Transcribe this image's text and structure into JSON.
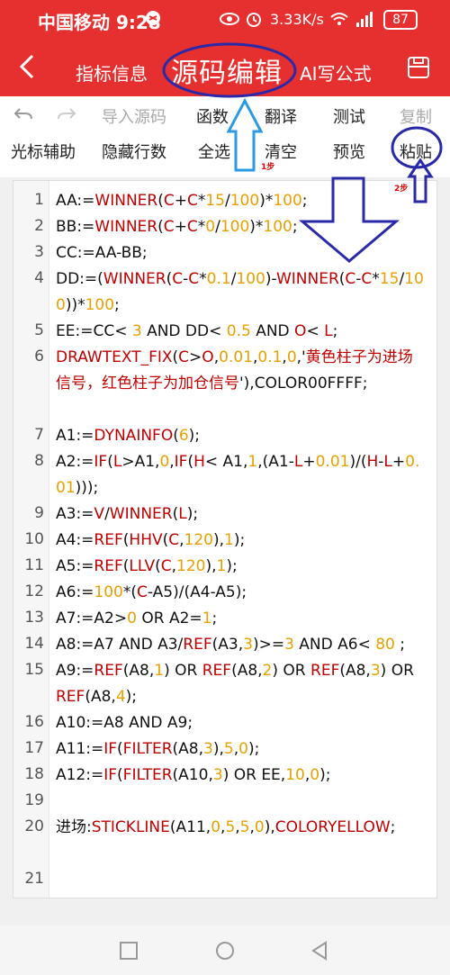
{
  "status": {
    "carrier_time": "中国移动 9:28",
    "speed": "3.33K/s",
    "battery": "87"
  },
  "header": {
    "tab_info": "指标信息",
    "tab_source": "源码编辑",
    "tab_ai": "AI写公式"
  },
  "toolbar": {
    "import": "导入源码",
    "functions": "函数",
    "translate": "翻译",
    "test": "测试",
    "copy": "复制",
    "cursor_assist": "光标辅助",
    "hide_line_numbers": "隐藏行数",
    "select_all": "全选",
    "clear": "清空",
    "preview": "预览",
    "paste": "粘贴"
  },
  "annotations": {
    "step1": "1步",
    "step2": "2步"
  },
  "accent_color": "#e63030",
  "keyword_color": "#c00000",
  "number_color": "#e8a000",
  "code_lines": [
    {
      "n": "1",
      "segs": [
        [
          "AA:=",
          ""
        ],
        [
          "WINNER",
          "r"
        ],
        [
          "(",
          ""
        ],
        [
          "C",
          "r"
        ],
        [
          "+",
          ""
        ],
        [
          "C",
          "r"
        ],
        [
          "*",
          ""
        ],
        [
          "15",
          "o"
        ],
        [
          "/",
          ""
        ],
        [
          "100",
          "o"
        ],
        [
          ")*",
          ""
        ],
        [
          "100",
          "o"
        ],
        [
          ";",
          ""
        ]
      ]
    },
    {
      "n": "2",
      "segs": [
        [
          "BB:=",
          ""
        ],
        [
          "WINNER",
          "r"
        ],
        [
          "(",
          ""
        ],
        [
          "C",
          "r"
        ],
        [
          "+",
          ""
        ],
        [
          "C",
          "r"
        ],
        [
          "*",
          ""
        ],
        [
          "0",
          "o"
        ],
        [
          "/",
          ""
        ],
        [
          "100",
          "o"
        ],
        [
          ")*",
          ""
        ],
        [
          "100",
          "o"
        ],
        [
          ";",
          ""
        ]
      ]
    },
    {
      "n": "3",
      "segs": [
        [
          "CC:=AA-BB;",
          ""
        ]
      ]
    },
    {
      "n": "4",
      "segs": [
        [
          "DD:=(",
          ""
        ],
        [
          "WINNER",
          "r"
        ],
        [
          "(",
          ""
        ],
        [
          "C",
          "r"
        ],
        [
          "-",
          ""
        ],
        [
          "C",
          "r"
        ],
        [
          "*",
          ""
        ],
        [
          "0.1",
          "o"
        ],
        [
          "/",
          ""
        ],
        [
          "100",
          "o"
        ],
        [
          ")-",
          ""
        ],
        [
          "WINNER",
          "r"
        ],
        [
          "(",
          ""
        ],
        [
          "C",
          "r"
        ],
        [
          "-",
          ""
        ],
        [
          "C",
          "r"
        ],
        [
          "*",
          ""
        ],
        [
          "15",
          "o"
        ],
        [
          "/",
          ""
        ],
        [
          "100",
          "o"
        ],
        [
          "))*",
          ""
        ],
        [
          "100",
          "o"
        ],
        [
          ";",
          ""
        ]
      ]
    },
    {
      "n": "5",
      "segs": [
        [
          "EE:=CC< ",
          ""
        ],
        [
          "3",
          "o"
        ],
        [
          " AND DD< ",
          ""
        ],
        [
          "0.5",
          "o"
        ],
        [
          " AND ",
          ""
        ],
        [
          "O",
          "r"
        ],
        [
          "< ",
          ""
        ],
        [
          "L",
          "r"
        ],
        [
          ";",
          ""
        ]
      ]
    },
    {
      "n": "6",
      "segs": [
        [
          "DRAWTEXT_FIX",
          "r"
        ],
        [
          "(",
          ""
        ],
        [
          "C",
          "r"
        ],
        [
          ">",
          ""
        ],
        [
          "O",
          "r"
        ],
        [
          ",",
          ""
        ],
        [
          "0.01",
          "o"
        ],
        [
          ",",
          ""
        ],
        [
          "0.1",
          "o"
        ],
        [
          ",",
          ""
        ],
        [
          "0",
          "o"
        ],
        [
          ",'",
          ""
        ],
        [
          "黄色柱子为进场信号，红色柱子为加仓信号",
          "r"
        ],
        [
          "'),COLOR00FFFF;",
          ""
        ]
      ]
    },
    {
      "n": "7",
      "segs": [
        [
          "A1:=",
          ""
        ],
        [
          "DYNAINFO",
          "r"
        ],
        [
          "(",
          ""
        ],
        [
          "6",
          "o"
        ],
        [
          ");",
          ""
        ]
      ]
    },
    {
      "n": "8",
      "segs": [
        [
          "A2:=",
          ""
        ],
        [
          "IF",
          "r"
        ],
        [
          "(",
          ""
        ],
        [
          "L",
          "r"
        ],
        [
          ">A1,",
          ""
        ],
        [
          "0",
          "o"
        ],
        [
          ",",
          ""
        ],
        [
          "IF",
          "r"
        ],
        [
          "(",
          ""
        ],
        [
          "H",
          "r"
        ],
        [
          "< A1,",
          ""
        ],
        [
          "1",
          "o"
        ],
        [
          ",(A1-",
          ""
        ],
        [
          "L",
          "r"
        ],
        [
          "+",
          ""
        ],
        [
          "0.01",
          "o"
        ],
        [
          ")/(",
          ""
        ],
        [
          "H",
          "r"
        ],
        [
          "-",
          ""
        ],
        [
          "L",
          "r"
        ],
        [
          "+",
          ""
        ],
        [
          "0.01",
          "o"
        ],
        [
          ")));",
          ""
        ]
      ]
    },
    {
      "n": "9",
      "segs": [
        [
          "A3:=",
          ""
        ],
        [
          "V",
          "r"
        ],
        [
          "/",
          ""
        ],
        [
          "WINNER",
          "r"
        ],
        [
          "(",
          ""
        ],
        [
          "L",
          "r"
        ],
        [
          ");",
          ""
        ]
      ]
    },
    {
      "n": "10",
      "segs": [
        [
          "A4:=",
          ""
        ],
        [
          "REF",
          "r"
        ],
        [
          "(",
          ""
        ],
        [
          "HHV",
          "r"
        ],
        [
          "(",
          ""
        ],
        [
          "C",
          "r"
        ],
        [
          ",",
          ""
        ],
        [
          "120",
          "o"
        ],
        [
          "),",
          ""
        ],
        [
          "1",
          "o"
        ],
        [
          ");",
          ""
        ]
      ]
    },
    {
      "n": "11",
      "segs": [
        [
          "A5:=",
          ""
        ],
        [
          "REF",
          "r"
        ],
        [
          "(",
          ""
        ],
        [
          "LLV",
          "r"
        ],
        [
          "(",
          ""
        ],
        [
          "C",
          "r"
        ],
        [
          ",",
          ""
        ],
        [
          "120",
          "o"
        ],
        [
          "),",
          ""
        ],
        [
          "1",
          "o"
        ],
        [
          ");",
          ""
        ]
      ]
    },
    {
      "n": "12",
      "segs": [
        [
          "A6:=",
          ""
        ],
        [
          "100",
          "o"
        ],
        [
          "*(",
          ""
        ],
        [
          "C",
          "r"
        ],
        [
          "-A5)/(A4-A5);",
          ""
        ]
      ]
    },
    {
      "n": "13",
      "segs": [
        [
          "A7:=A2>",
          ""
        ],
        [
          "0",
          "o"
        ],
        [
          " OR A2=",
          ""
        ],
        [
          "1",
          "o"
        ],
        [
          ";",
          ""
        ]
      ]
    },
    {
      "n": "14",
      "segs": [
        [
          "A8:=A7 AND A3/",
          ""
        ],
        [
          "REF",
          "r"
        ],
        [
          "(A3,",
          ""
        ],
        [
          "3",
          "o"
        ],
        [
          ")>=",
          ""
        ],
        [
          "3",
          "o"
        ],
        [
          " AND A6< ",
          ""
        ],
        [
          "80",
          "o"
        ],
        [
          " ;",
          ""
        ]
      ]
    },
    {
      "n": "15",
      "segs": [
        [
          "A9:=",
          ""
        ],
        [
          "REF",
          "r"
        ],
        [
          "(A8,",
          ""
        ],
        [
          "1",
          "o"
        ],
        [
          ") OR ",
          ""
        ],
        [
          "REF",
          "r"
        ],
        [
          "(A8,",
          ""
        ],
        [
          "2",
          "o"
        ],
        [
          ") OR ",
          ""
        ],
        [
          "REF",
          "r"
        ],
        [
          "(A8,",
          ""
        ],
        [
          "3",
          "o"
        ],
        [
          ") OR ",
          ""
        ],
        [
          "REF",
          "r"
        ],
        [
          "(A8,",
          ""
        ],
        [
          "4",
          "o"
        ],
        [
          ");",
          ""
        ]
      ]
    },
    {
      "n": "16",
      "segs": [
        [
          "A10:=A8 AND A9;",
          ""
        ]
      ]
    },
    {
      "n": "17",
      "segs": [
        [
          "A11:=",
          ""
        ],
        [
          "IF",
          "r"
        ],
        [
          "(",
          ""
        ],
        [
          "FILTER",
          "r"
        ],
        [
          "(A8,",
          ""
        ],
        [
          "3",
          "o"
        ],
        [
          "),",
          ""
        ],
        [
          "5",
          "o"
        ],
        [
          ",",
          ""
        ],
        [
          "0",
          "o"
        ],
        [
          ");",
          ""
        ]
      ]
    },
    {
      "n": "18",
      "segs": [
        [
          "A12:=",
          ""
        ],
        [
          "IF",
          "r"
        ],
        [
          "(",
          ""
        ],
        [
          "FILTER",
          "r"
        ],
        [
          "(A10,",
          ""
        ],
        [
          "3",
          "o"
        ],
        [
          ") OR EE,",
          ""
        ],
        [
          "10",
          "o"
        ],
        [
          ",",
          ""
        ],
        [
          "0",
          "o"
        ],
        [
          ");",
          ""
        ]
      ]
    },
    {
      "n": "19",
      "segs": []
    },
    {
      "n": "20",
      "segs": [
        [
          "进场:",
          ""
        ],
        [
          "STICKLINE",
          "r"
        ],
        [
          "(A11,",
          ""
        ],
        [
          "0",
          "o"
        ],
        [
          ",",
          ""
        ],
        [
          "5",
          "o"
        ],
        [
          ",",
          ""
        ],
        [
          "5",
          "o"
        ],
        [
          ",",
          ""
        ],
        [
          "0",
          "o"
        ],
        [
          "),",
          ""
        ],
        [
          "COLORYELLOW",
          "r"
        ],
        [
          ";",
          ""
        ]
      ]
    },
    {
      "n": "21",
      "segs": []
    }
  ]
}
